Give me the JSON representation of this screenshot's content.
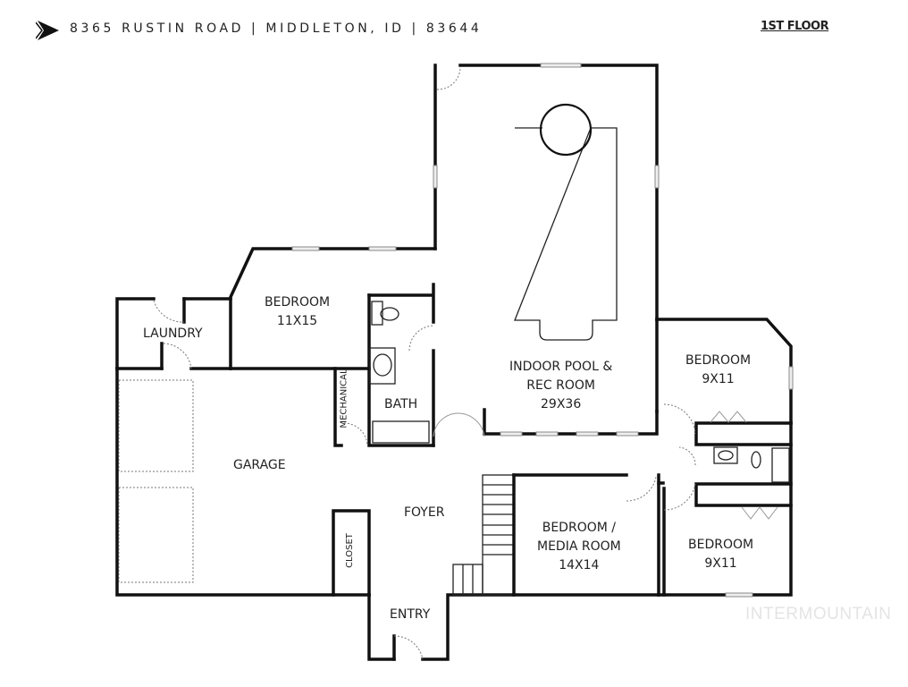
{
  "header": {
    "address": "8365 RUSTIN ROAD | MIDDLETON, ID | 83644",
    "floor_label": "1ST FLOOR",
    "arrow_icon": "chevron-arrow-icon"
  },
  "watermark": "INTERMOUNTAIN",
  "rooms": {
    "laundry": {
      "name": "LAUNDRY"
    },
    "bedroom_1": {
      "name": "BEDROOM",
      "size": "11X15"
    },
    "bath": {
      "name": "BATH"
    },
    "mechanical": {
      "name": "MECHANICAL"
    },
    "pool": {
      "name": "INDOOR POOL &",
      "name2": "REC ROOM",
      "size": "29X36"
    },
    "bedroom_2": {
      "name": "BEDROOM",
      "size": "9X11"
    },
    "bedroom_3": {
      "name": "BEDROOM",
      "size": "9X11"
    },
    "garage": {
      "name": "GARAGE"
    },
    "foyer": {
      "name": "FOYER"
    },
    "closet": {
      "name": "CLOSET"
    },
    "media": {
      "name": "BEDROOM /",
      "name2": "MEDIA ROOM",
      "size": "14X14"
    },
    "entry": {
      "name": "ENTRY"
    }
  },
  "colors": {
    "wall": "#111111",
    "background": "#ffffff",
    "watermark": "#e4e4e4"
  }
}
